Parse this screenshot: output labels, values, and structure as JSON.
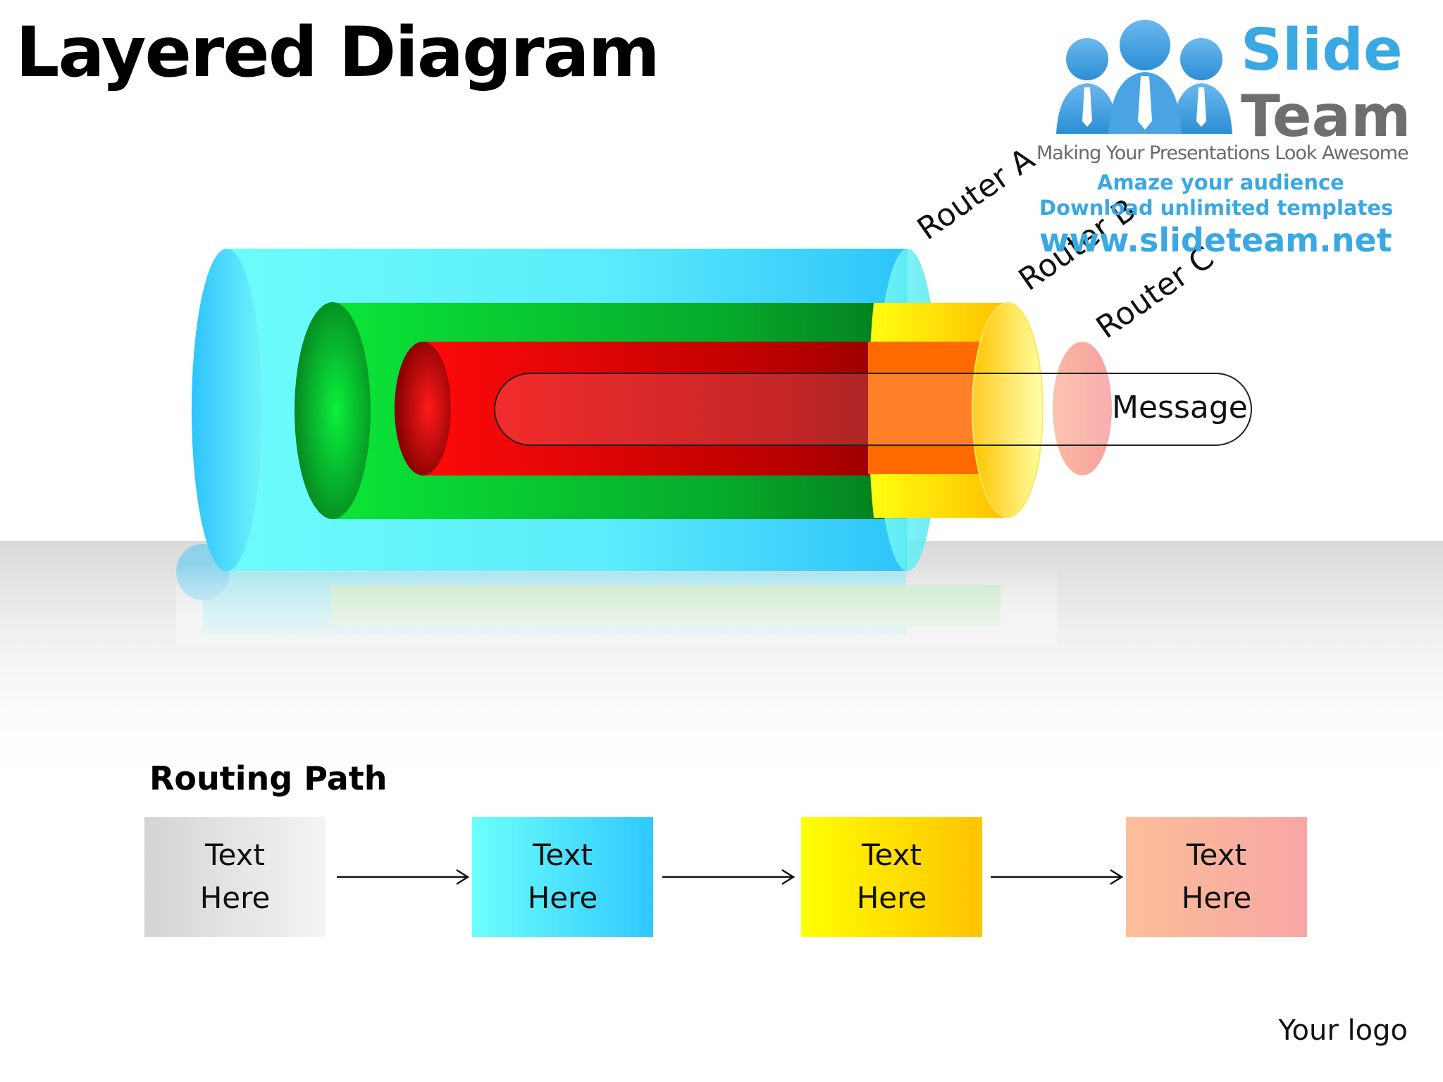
{
  "slide": {
    "title": "Layered Diagram"
  },
  "diagram": {
    "router_labels": [
      "Router A",
      "Router B",
      "Router C"
    ],
    "message_label": "Message",
    "colors": {
      "outer": "#35c8fb",
      "middle": "#06d534",
      "inner": "#e30000",
      "connector": "#ffd500",
      "message": "#f8a5a5"
    }
  },
  "logo": {
    "brand_line1": "Slide",
    "brand_line2": "Team",
    "tagline": "Making Your Presentations Look Awesome",
    "promo1": "Amaze your audience",
    "promo2": "Download unlimited templates",
    "url": "www.slideteam.net",
    "brand_color": "#39a9e0"
  },
  "routing": {
    "heading": "Routing Path",
    "steps": [
      {
        "text": "Text Here",
        "color_start": "#d4d4d4",
        "color_end": "#f4f4f6"
      },
      {
        "text": "Text Here",
        "color_start": "#6cfffb",
        "color_end": "#30c8ff"
      },
      {
        "text": "Text Here",
        "color_start": "#ffff00",
        "color_end": "#ffc300"
      },
      {
        "text": "Text Here",
        "color_start": "#fcbf98",
        "color_end": "#f8a6a5"
      }
    ]
  },
  "footer": {
    "logo_placeholder": "Your logo"
  }
}
